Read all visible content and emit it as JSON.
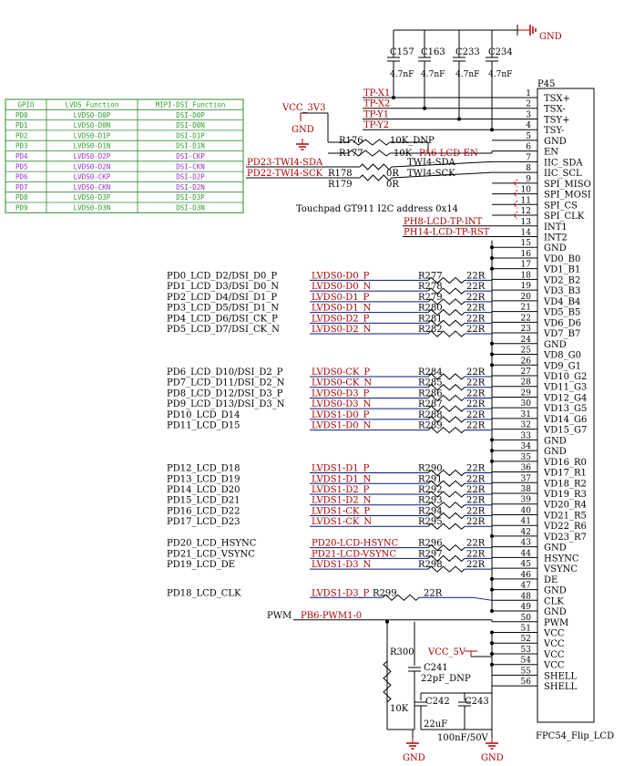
{
  "gpio_table": {
    "headers": [
      "GPIO",
      "LVDS_Function",
      "MIPI-DSI_Function"
    ],
    "rows": [
      {
        "gpio": "PD0",
        "lvds": "LVDS0-D0P",
        "dsi": "DSI-D0P",
        "highlight": false
      },
      {
        "gpio": "PD1",
        "lvds": "LVDS0-D0N",
        "dsi": "DSI-D0N",
        "highlight": false
      },
      {
        "gpio": "PD2",
        "lvds": "LVDS0-D1P",
        "dsi": "DSI-D1P",
        "highlight": false
      },
      {
        "gpio": "PD3",
        "lvds": "LVDS0-D1N",
        "dsi": "DSI-D1N",
        "highlight": false
      },
      {
        "gpio": "PD4",
        "lvds": "LVDS0-D2P",
        "dsi": "DSI-CKP",
        "highlight": true
      },
      {
        "gpio": "PD5",
        "lvds": "LVDS0-D2N",
        "dsi": "DSI-CKN",
        "highlight": true
      },
      {
        "gpio": "PD6",
        "lvds": "LVDS0-CKP",
        "dsi": "DSI-D2P",
        "highlight": true
      },
      {
        "gpio": "PD7",
        "lvds": "LVDS0-CKN",
        "dsi": "DSI-D2N",
        "highlight": true
      },
      {
        "gpio": "PD8",
        "lvds": "LVDS0-D3P",
        "dsi": "DSI-D3P",
        "highlight": false
      },
      {
        "gpio": "PD9",
        "lvds": "LVDS0-D3N",
        "dsi": "DSI-D3N",
        "highlight": false
      }
    ],
    "colors": {
      "normal": "#2e9a2e",
      "highlight": "#9a2ed0",
      "border": "#2e8b2e"
    }
  },
  "connector": {
    "ref": "P45",
    "part": "FPC54_Flip_LCD",
    "pins": [
      "TSX+",
      "TSX-",
      "TSY+",
      "TSY-",
      "GND",
      "EN",
      "IIC_SDA",
      "IIC_SCL",
      "SPI_MISO",
      "SPI_MOSI",
      "SPI_CS",
      "SPI_CLK",
      "INT1",
      "INT2",
      "GND",
      "VD0_B0",
      "VD1_B1",
      "VD2_B2",
      "VD3_B3",
      "VD4_B4",
      "VD5_B5",
      "VD6_D6",
      "VD7_B7",
      "GND",
      "VD8_G0",
      "VD9_G1",
      "VD10_G2",
      "VD11_G3",
      "VD12_G4",
      "VD13_G5",
      "VD14_G6",
      "VD15_G7",
      "GND",
      "GND",
      "VD16_R0",
      "VD17_R1",
      "VD18_R2",
      "VD19_R3",
      "VD20_R4",
      "VD21_R5",
      "VD22_R6",
      "VD23_R7",
      "GND",
      "HSYNC",
      "VSYNC",
      "DE",
      "GND",
      "CLK",
      "GND",
      "PWM",
      "VCC",
      "VCC",
      "VCC",
      "VCC",
      "SHELL",
      "SHELL"
    ]
  },
  "top_caps": [
    {
      "ref": "C157",
      "val": "4.7nF"
    },
    {
      "ref": "C163",
      "val": "4.7nF"
    },
    {
      "ref": "C233",
      "val": "4.7nF"
    },
    {
      "ref": "C234",
      "val": "4.7nF"
    }
  ],
  "gnd_label": "GND",
  "touch_nets": [
    {
      "pin": 1,
      "name": "TP-X1"
    },
    {
      "pin": 2,
      "name": "TP-X2"
    },
    {
      "pin": 3,
      "name": "TP-Y1"
    },
    {
      "pin": 4,
      "name": "TP-Y2"
    }
  ],
  "vcc3v3": "VCC_3V3",
  "r176": {
    "ref": "R176",
    "val": "10K_DNP"
  },
  "r177": {
    "ref": "R177",
    "val": "10K",
    "net": "PA6-LCD-EN"
  },
  "twi": [
    {
      "net": "PD23-TWI4-SDA",
      "label": "TWI4-SDA",
      "ref": "R178",
      "val": "0R"
    },
    {
      "net": "PD22-TWI4-SCK",
      "label": "TWI4-SCK",
      "ref": "R179",
      "val": "0R"
    }
  ],
  "touch_note": "Touchpad GT911 I2C address 0x14",
  "int_nets": [
    {
      "pin": 13,
      "name": "PH8-LCD-TP-INT"
    },
    {
      "pin": 14,
      "name": "PH14-LCD-TP-RST"
    }
  ],
  "signals": [
    {
      "pin": 18,
      "left": "PD0_LCD_D2/DSI_D0_P",
      "net": "LVDS0-D0_P",
      "ref": "R277",
      "val": "22R"
    },
    {
      "pin": 19,
      "left": "PD1_LCD_D3/DSI_D0_N",
      "net": "LVDS0-D0_N",
      "ref": "R278",
      "val": "22R"
    },
    {
      "pin": 20,
      "left": "PD2_LCD_D4/DSI_D1_P",
      "net": "LVDS0-D1_P",
      "ref": "R279",
      "val": "22R"
    },
    {
      "pin": 21,
      "left": "PD3_LCD_D5/DSI_D1_N",
      "net": "LVDS0-D1_N",
      "ref": "R280",
      "val": "22R"
    },
    {
      "pin": 22,
      "left": "PD4_LCD_D6/DSI_CK_P",
      "net": "LVDS0-D2_P",
      "ref": "R281",
      "val": "22R"
    },
    {
      "pin": 23,
      "left": "PD5_LCD_D7/DSI_CK_N",
      "net": "LVDS0-D2_N",
      "ref": "R282",
      "val": "22R"
    },
    {
      "pin": 27,
      "left": "PD6_LCD_D10/DSI_D2_P",
      "net": "LVDS0-CK_P",
      "ref": "R284",
      "val": "22R"
    },
    {
      "pin": 28,
      "left": "PD7_LCD_D11/DSI_D2_N",
      "net": "LVDS0-CK_N",
      "ref": "R285",
      "val": "22R"
    },
    {
      "pin": 29,
      "left": "PD8_LCD_D12/DSI_D3_P",
      "net": "LVDS0-D3_P",
      "ref": "R286",
      "val": "22R"
    },
    {
      "pin": 30,
      "left": "PD9_LCD_D13/DSI_D3_N",
      "net": "LVDS0-D3_N",
      "ref": "R287",
      "val": "22R"
    },
    {
      "pin": 31,
      "left": "PD10_LCD_D14",
      "net": "LVDS1-D0_P",
      "ref": "R288",
      "val": "22R"
    },
    {
      "pin": 32,
      "left": "PD11_LCD_D15",
      "net": "LVDS1-D0_N",
      "ref": "R289",
      "val": "22R"
    },
    {
      "pin": 36,
      "left": "PD12_LCD_D18",
      "net": "LVDS1-D1_P",
      "ref": "R290",
      "val": "22R"
    },
    {
      "pin": 37,
      "left": "PD13_LCD_D19",
      "net": "LVDS1-D1_N",
      "ref": "R291",
      "val": "22R"
    },
    {
      "pin": 38,
      "left": "PD14_LCD_D20",
      "net": "LVDS1-D2_P",
      "ref": "R292",
      "val": "22R"
    },
    {
      "pin": 39,
      "left": "PD15_LCD_D21",
      "net": "LVDS1-D2_N",
      "ref": "R293",
      "val": "22R"
    },
    {
      "pin": 40,
      "left": "PD16_LCD_D22",
      "net": "LVDS1-CK_P",
      "ref": "R294",
      "val": "22R"
    },
    {
      "pin": 41,
      "left": "PD17_LCD_D23",
      "net": "LVDS1-CK_N",
      "ref": "R295",
      "val": "22R"
    },
    {
      "pin": 43,
      "left": "PD20_LCD_HSYNC",
      "net": "PD20-LCD-HSYNC",
      "ref": "R296",
      "val": "22R"
    },
    {
      "pin": 44,
      "left": "PD21_LCD_VSYNC",
      "net": "PD21-LCD-VSYNC",
      "ref": "R297",
      "val": "22R"
    },
    {
      "pin": 45,
      "left": "PD19_LCD_DE",
      "net": "LVDS1-D3_N",
      "ref": "R298",
      "val": "22R"
    }
  ],
  "clk": {
    "left": "PD18_LCD_CLK",
    "net": "LVDS1-D3_P",
    "ref": "R299",
    "val": "22R"
  },
  "pwm": {
    "label": "PWM",
    "net": "PB6-PWM1-0"
  },
  "bottom": {
    "r300": {
      "ref": "R300",
      "val": "10K"
    },
    "c241": {
      "ref": "C241",
      "val": "22pF_DNP"
    },
    "vcc5v": "VCC_5V",
    "c242": {
      "ref": "C242",
      "val": "22uF"
    },
    "c243": {
      "ref": "C243",
      "val": "100nF/50V"
    },
    "gnd1": "GND",
    "gnd2": "GND"
  }
}
